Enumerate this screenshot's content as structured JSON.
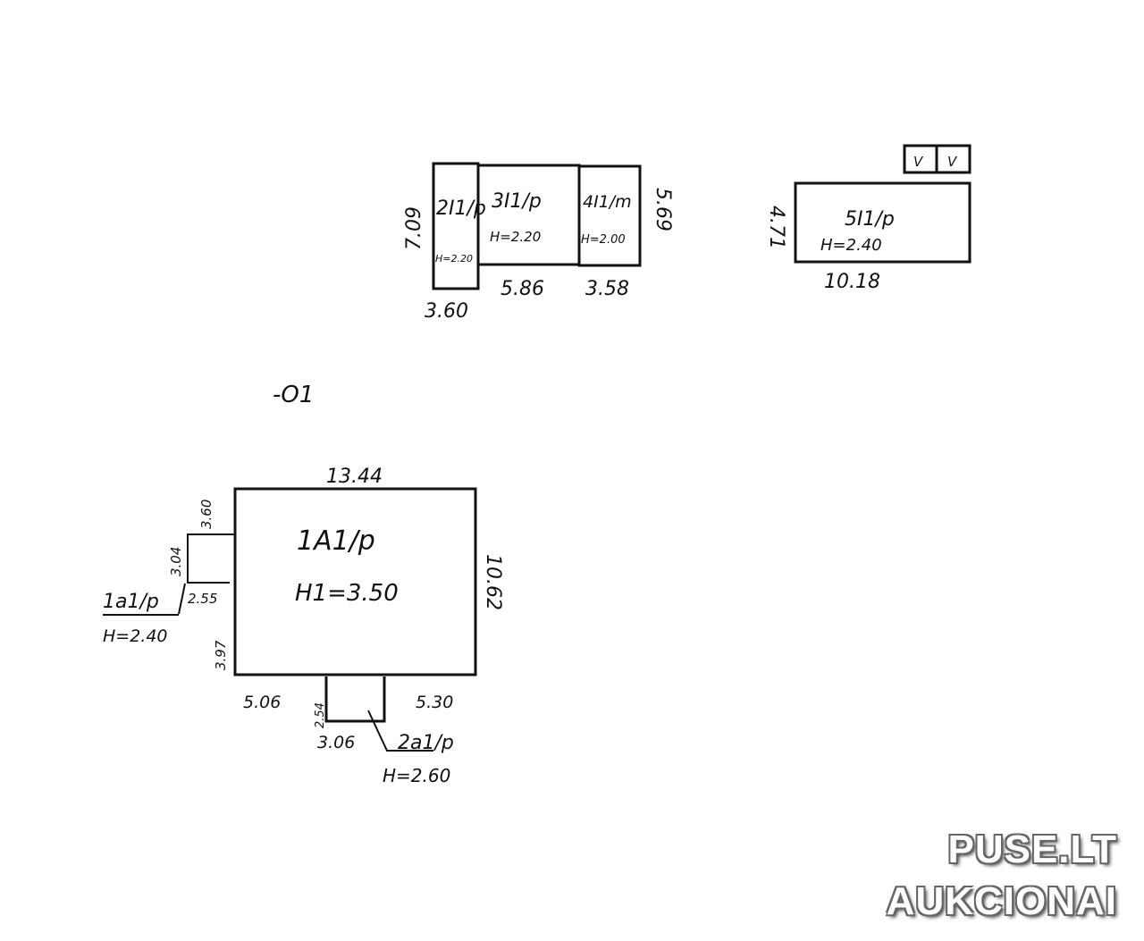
{
  "rooms": {
    "r2": {
      "label": "2I1/p",
      "height": "H=2.20"
    },
    "r3": {
      "label": "3I1/p",
      "height": "H=2.20"
    },
    "r4": {
      "label": "4I1/m",
      "height": "H=2.00"
    },
    "r5": {
      "label": "5I1/p",
      "height": "H=2.40"
    },
    "r1A": {
      "label": "1A1/p",
      "height": "H1=3.50"
    },
    "r1a": {
      "label": "1a1/p",
      "height": "H=2.40"
    },
    "r2a": {
      "label": "2a1/p",
      "height": "H=2.60"
    }
  },
  "dims": {
    "d709": "7.09",
    "d569": "5.69",
    "d360a": "3.60",
    "d586": "5.86",
    "d358": "3.58",
    "d471": "4.71",
    "d1018": "10.18",
    "d1344": "13.44",
    "d360b": "3.60",
    "d304": "3.04",
    "d255": "2.55",
    "d397": "3.97",
    "d1062": "10.62",
    "d506": "5.06",
    "d254": "2.54",
    "d530": "5.30",
    "d306": "3.06"
  },
  "vents": [
    "V",
    "V"
  ],
  "marker": "-O1",
  "watermark": {
    "line1": "PUSE.LT",
    "line2": "AUKCIONAI"
  }
}
